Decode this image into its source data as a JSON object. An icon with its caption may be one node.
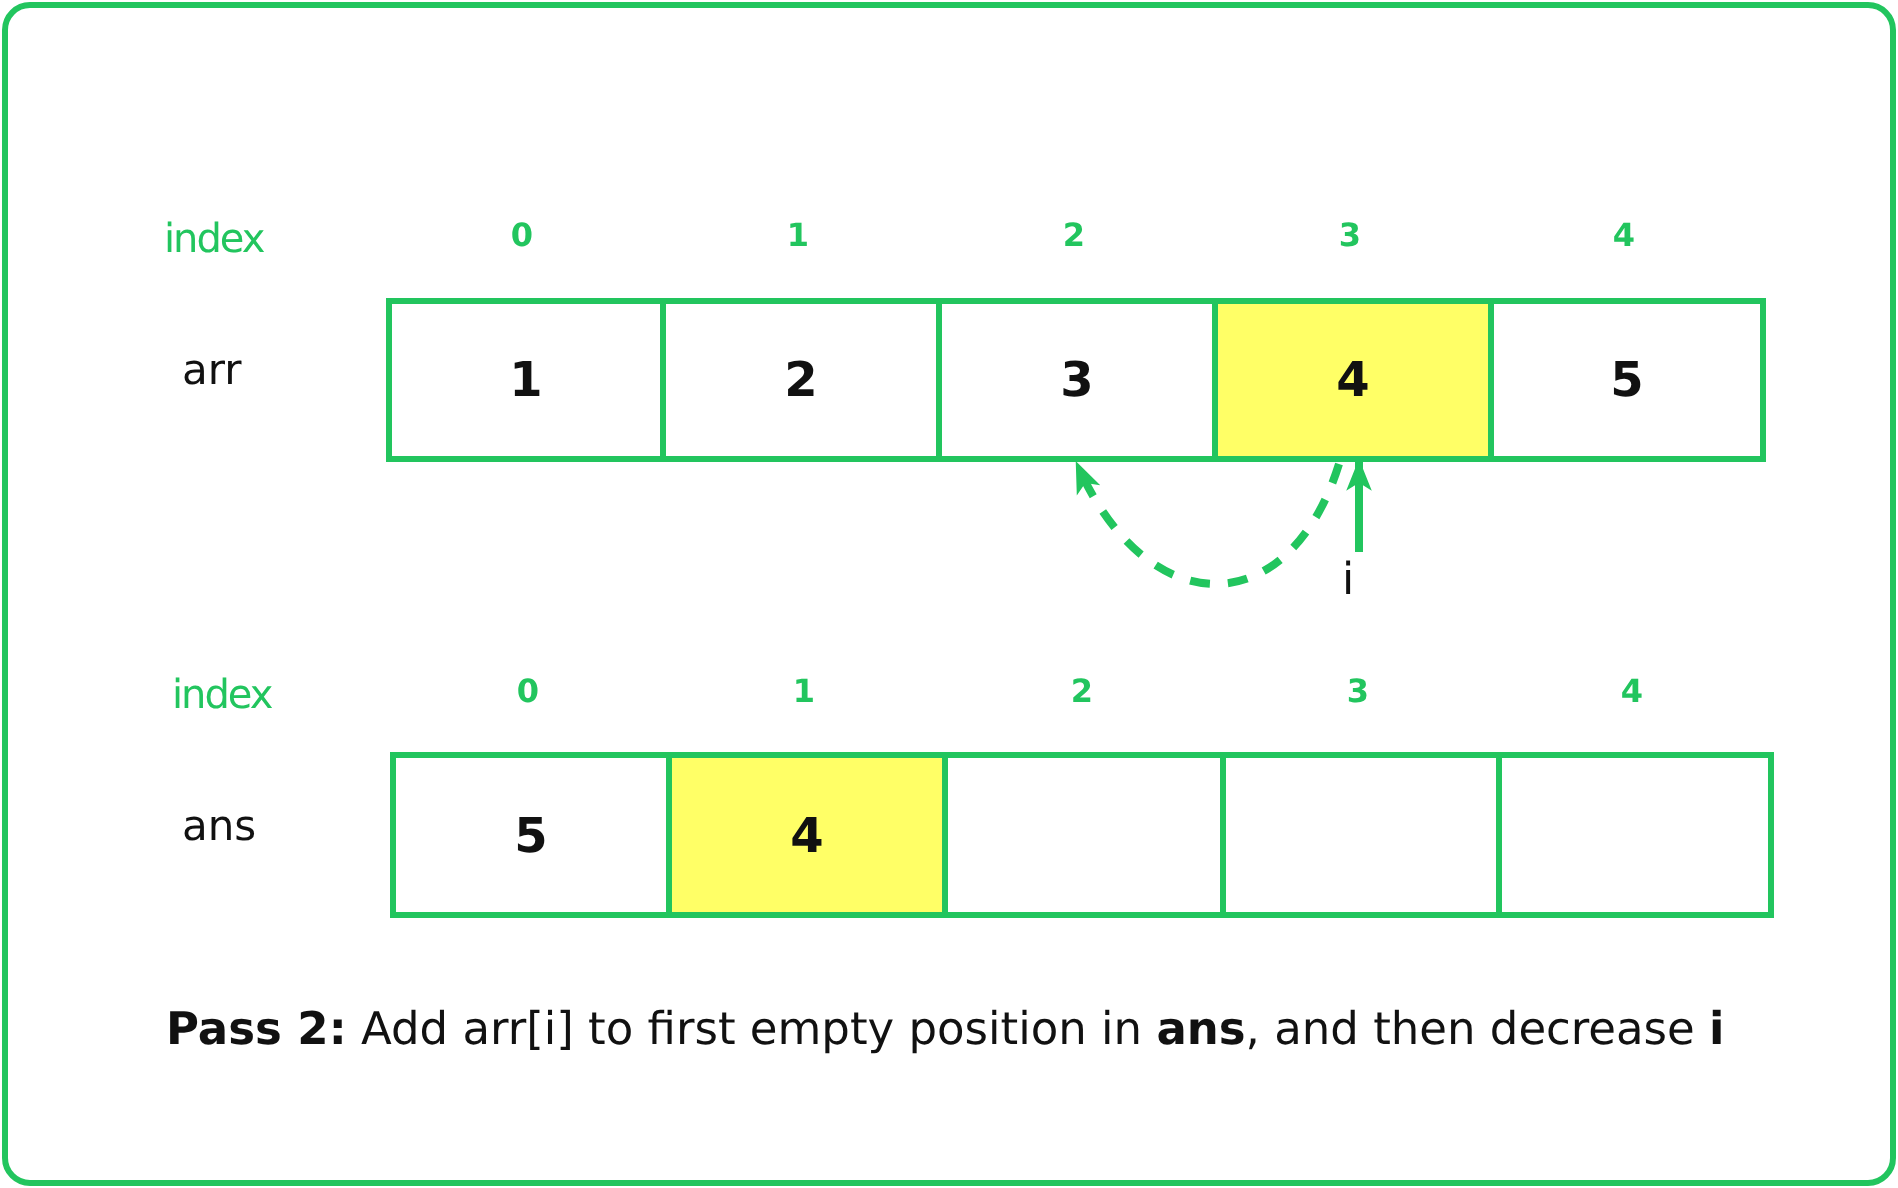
{
  "diagram": {
    "caption": "**Pass 2:** Add arr[i] to first empty position in **ans**, and then decrease **i**",
    "nodes": [
      {
        "text": [
          "1"
        ]
      },
      {
        "text": [
          "2"
        ]
      },
      {
        "text": [
          "3"
        ]
      },
      {
        "text": [
          "4"
        ]
      },
      {
        "text": [
          "5"
        ]
      },
      {
        "text": [
          "5"
        ]
      },
      {
        "text": [
          "4"
        ]
      },
      {
        "text": [],
        "shape": "box"
      },
      {
        "text": [],
        "shape": "box"
      },
      {
        "text": [],
        "shape": "box"
      },
      {
        "text": [
          "i"
        ]
      }
    ],
    "edges": [
      {
        "from": 3,
        "to": 2,
        "arrow": "to",
        "style": "dashed"
      },
      {
        "from": 10,
        "to": 3,
        "arrow": "to"
      }
    ],
    "labels": [
      "index",
      "0",
      "1",
      "2",
      "3",
      "4",
      "arr",
      "index",
      "0",
      "1",
      "2",
      "3",
      "4",
      "ans"
    ]
  }
}
